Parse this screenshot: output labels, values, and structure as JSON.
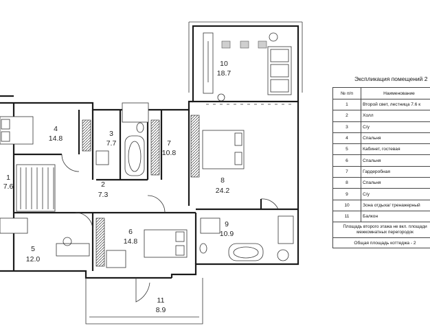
{
  "rooms": [
    {
      "num": "1",
      "area": "7.6"
    },
    {
      "num": "2",
      "area": "7.3"
    },
    {
      "num": "3",
      "area": "7.7"
    },
    {
      "num": "4",
      "area": "14.8"
    },
    {
      "num": "5",
      "area": "12.0"
    },
    {
      "num": "6",
      "area": "14.8"
    },
    {
      "num": "7",
      "area": "10.8"
    },
    {
      "num": "8",
      "area": "24.2"
    },
    {
      "num": "9",
      "area": "10.9"
    },
    {
      "num": "10",
      "area": "18.7"
    },
    {
      "num": "11",
      "area": "8.9"
    }
  ],
  "legend": {
    "title": "Экспликация помещений 2",
    "header_num": "№ п/п",
    "header_name": "Наименование",
    "rows": [
      {
        "num": "1",
        "name": "Второй свет, лестница   7.6 к"
      },
      {
        "num": "2",
        "name": "Холл"
      },
      {
        "num": "3",
        "name": "С/у"
      },
      {
        "num": "4",
        "name": "Спальня"
      },
      {
        "num": "5",
        "name": "Кабинет, гостевая"
      },
      {
        "num": "6",
        "name": "Спальня"
      },
      {
        "num": "7",
        "name": "Гардеробная"
      },
      {
        "num": "8",
        "name": "Спальня"
      },
      {
        "num": "9",
        "name": "С/у"
      },
      {
        "num": "10",
        "name": "Зона отдыха/ тренажерный"
      },
      {
        "num": "11",
        "name": "Балкон"
      }
    ],
    "note": "Площадь второго этажа не вкл. площади межкомнатных перегородок",
    "total": "Общая площадь коттеджа - 2"
  },
  "colors": {
    "wall": "#1a1a1a",
    "line": "#333333",
    "fill_gray": "#cfcfcf"
  }
}
